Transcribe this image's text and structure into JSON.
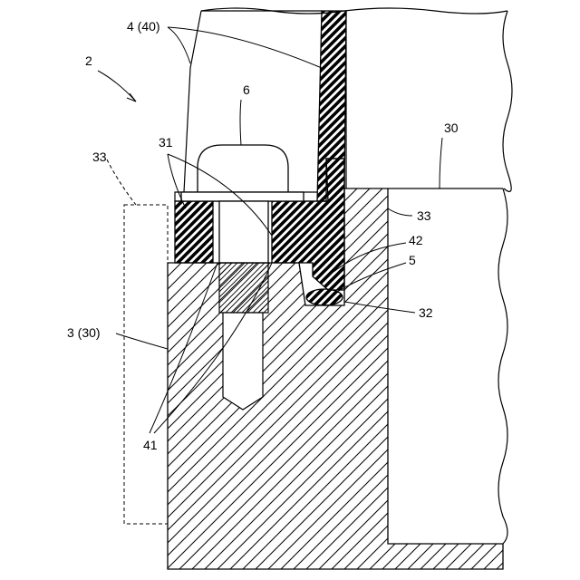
{
  "labels": {
    "assembly": "2",
    "cover": "4 (40)",
    "bolt": "6",
    "flange_holes": "31",
    "wall_top": "30",
    "dashed_region": "33",
    "wall_right": "33",
    "projection": "42",
    "seal": "5",
    "groove": "32",
    "body": "3 (30)",
    "contacts": "41"
  }
}
